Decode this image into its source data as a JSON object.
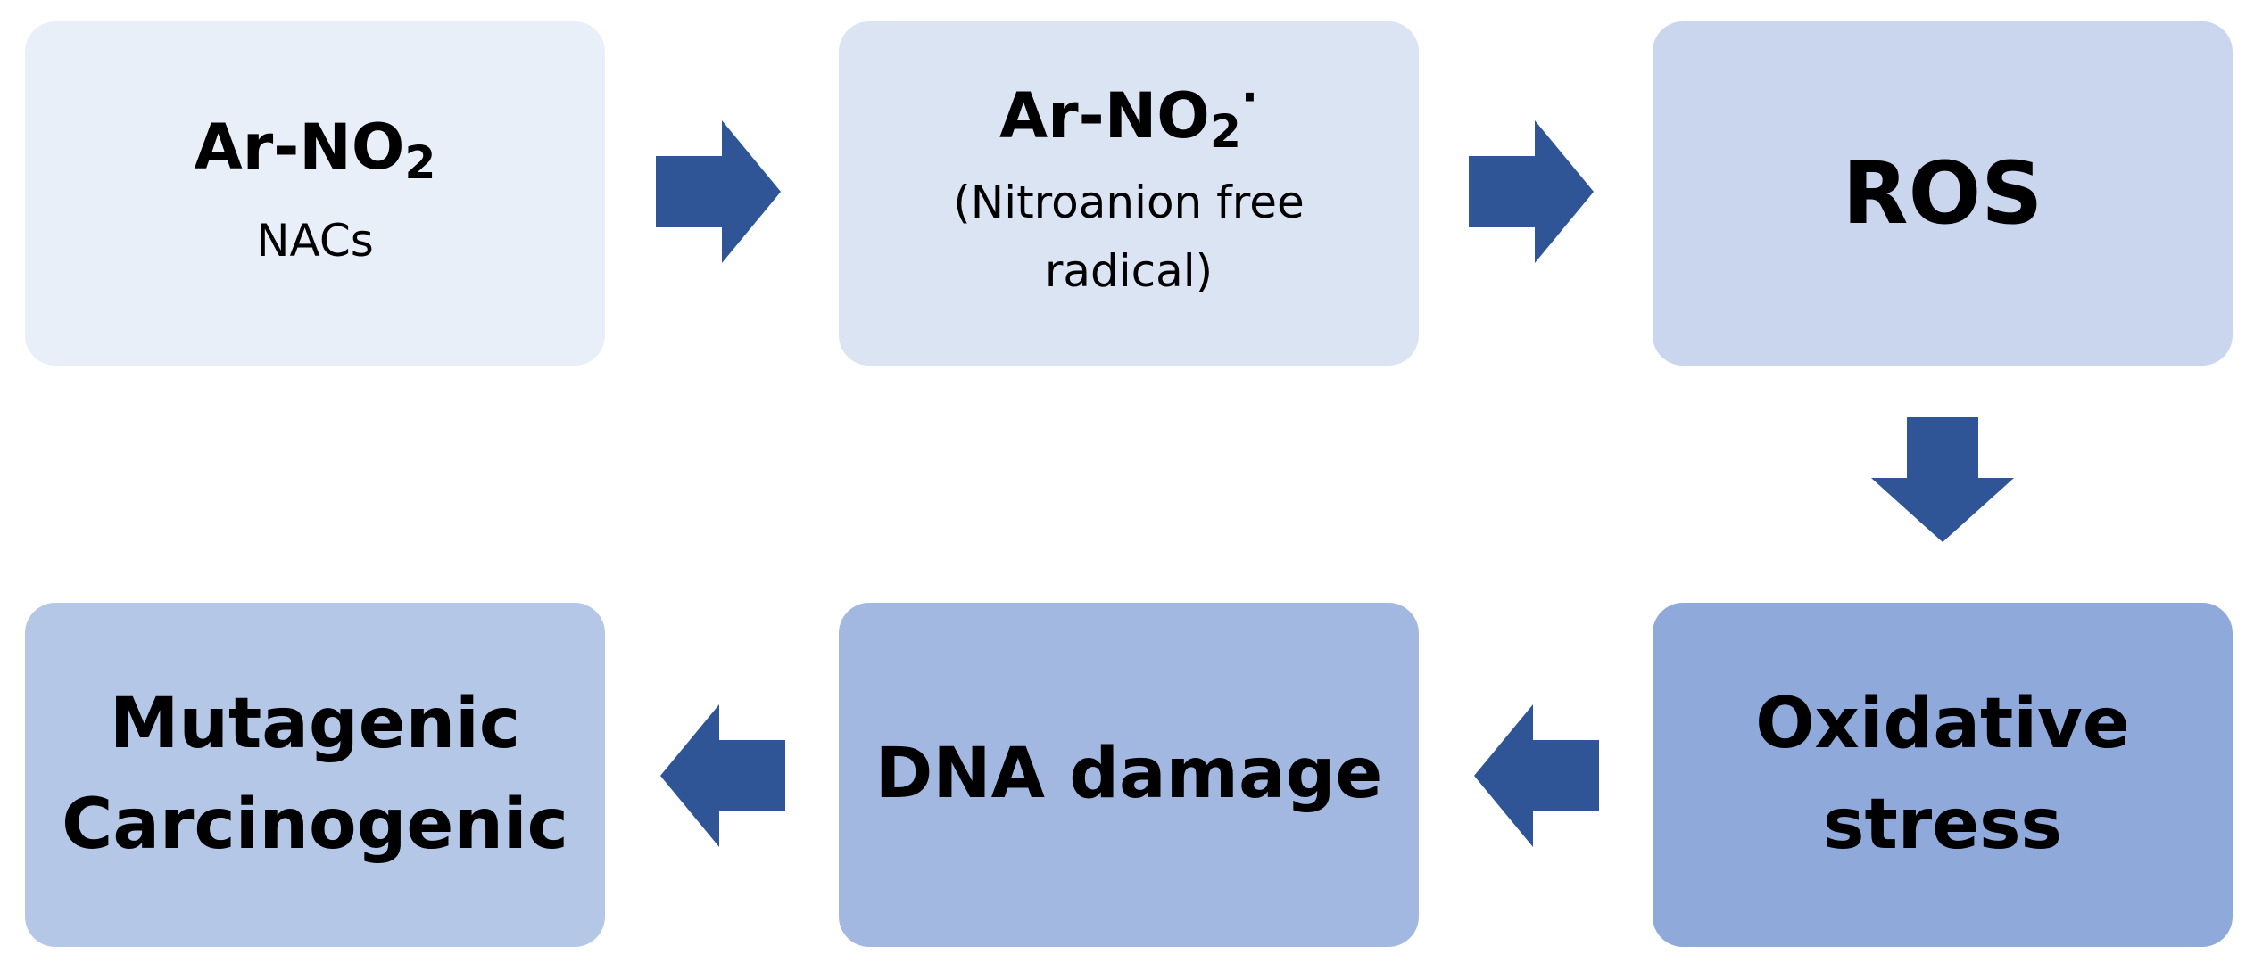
{
  "diagram": {
    "colors": {
      "arrow": "#2f5597",
      "box_1": "#e9eff8",
      "box_2": "#dbe4f3",
      "box_3": "#c9d6ed",
      "box_4": "#8fa9db",
      "box_5": "#a3b8e0",
      "box_6": "#b4c7e7"
    },
    "nodes": {
      "arno2": {
        "title_main": "Ar-NO",
        "title_sub": "2",
        "caption": "NACs"
      },
      "radical": {
        "title_main": "Ar-NO",
        "title_sub": "2",
        "title_sup": "·",
        "caption_line1": "(Nitroanion free",
        "caption_line2": "radical)"
      },
      "ros": {
        "title": "ROS"
      },
      "oxidative": {
        "line1": "Oxidative",
        "line2": "stress"
      },
      "dna": {
        "title": "DNA damage"
      },
      "outcome": {
        "line1": "Mutagenic",
        "line2": "Carcinogenic"
      }
    },
    "arrows": [
      "right",
      "right",
      "down",
      "left",
      "left"
    ]
  }
}
